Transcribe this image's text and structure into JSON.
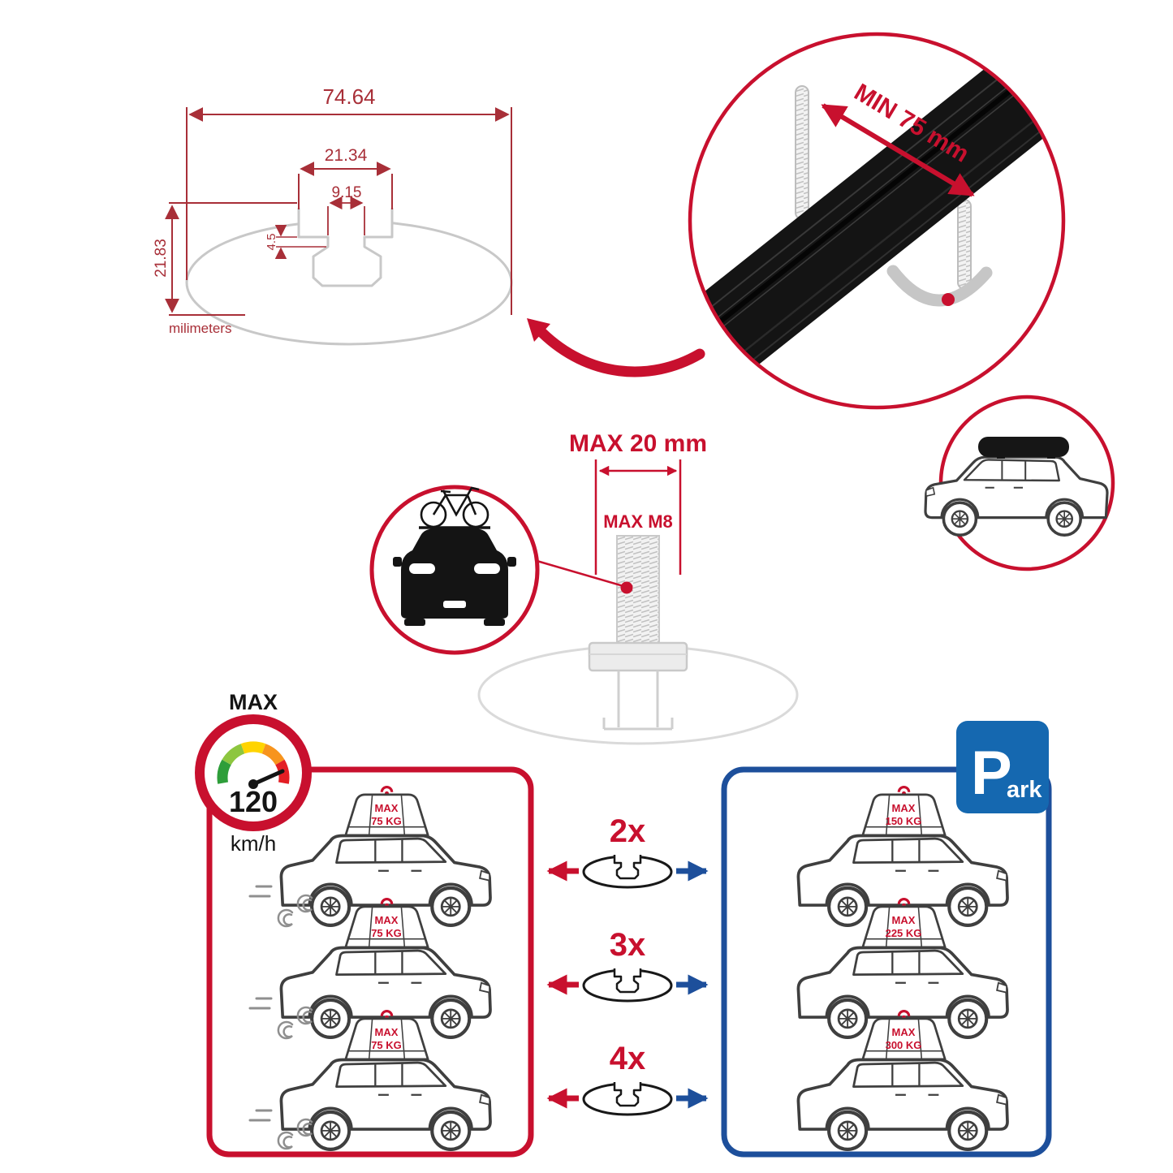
{
  "colors": {
    "accent_red": "#c8102e",
    "dimension_red": "#a82f38",
    "panel_blue": "#1d4f9b",
    "sign_blue": "#1568b0",
    "bar_black": "#141414",
    "outline_gray": "#c8c8c8"
  },
  "profile_dimensions": {
    "total_width": "74.64",
    "slot_outer_width": "21.34",
    "slot_inner_width": "9.15",
    "slot_depth": "4.5",
    "total_height": "21.83",
    "units": "milimeters"
  },
  "clamp_detail": {
    "min_clearance": "MIN 75 mm"
  },
  "bolt_detail": {
    "max_length": "MAX 20 mm",
    "max_thread": "MAX M8"
  },
  "speed_limit": {
    "label": "MAX",
    "value": "120",
    "unit": "km/h"
  },
  "capacity": {
    "moving": [
      {
        "max": "MAX",
        "weight": "75 KG"
      },
      {
        "max": "MAX",
        "weight": "75 KG"
      },
      {
        "max": "MAX",
        "weight": "75 KG"
      }
    ],
    "parked": [
      {
        "max": "MAX",
        "weight": "150 KG"
      },
      {
        "max": "MAX",
        "weight": "225 KG"
      },
      {
        "max": "MAX",
        "weight": "300 KG"
      }
    ],
    "multipliers": [
      "2x",
      "3x",
      "4x"
    ],
    "park_sign": {
      "initial": "P",
      "rest": "ark"
    }
  }
}
